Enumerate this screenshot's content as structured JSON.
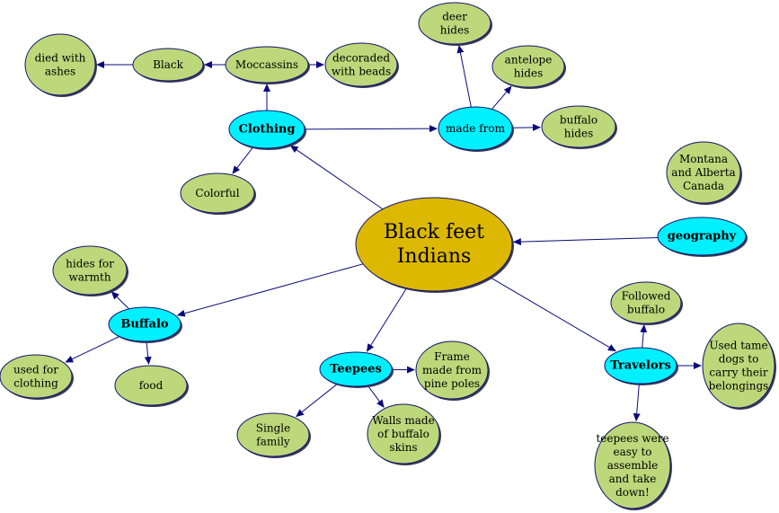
{
  "colors": {
    "background": "#ffffff",
    "leaf_fill": "#bcd87a",
    "hub_fill": "#00f0ff",
    "center_fill": "#dcb800",
    "edge": "#0a0a7a",
    "outline": "#14146e"
  },
  "nodes": [
    {
      "id": "center",
      "kind": "center",
      "lines": [
        "Black feet",
        "Indians"
      ]
    },
    {
      "id": "clothing",
      "kind": "hub",
      "lines": [
        "Clothing"
      ]
    },
    {
      "id": "made_from",
      "kind": "hub2",
      "lines": [
        "made from"
      ]
    },
    {
      "id": "geography",
      "kind": "hub",
      "lines": [
        "geography"
      ]
    },
    {
      "id": "buffalo",
      "kind": "hub",
      "lines": [
        "Buffalo"
      ]
    },
    {
      "id": "teepees",
      "kind": "hub",
      "lines": [
        "Teepees"
      ]
    },
    {
      "id": "travelors",
      "kind": "hub",
      "lines": [
        "Travelors"
      ]
    },
    {
      "id": "died_with_ashes",
      "kind": "leaf",
      "lines": [
        "died with",
        "ashes"
      ]
    },
    {
      "id": "black",
      "kind": "leaf",
      "lines": [
        "Black"
      ]
    },
    {
      "id": "moccassins",
      "kind": "leaf",
      "lines": [
        "Moccassins"
      ]
    },
    {
      "id": "decorated_beads",
      "kind": "leaf",
      "lines": [
        "decoraded",
        "with beads"
      ]
    },
    {
      "id": "deer_hides",
      "kind": "leaf",
      "lines": [
        "deer",
        "hides"
      ]
    },
    {
      "id": "antelope_hides",
      "kind": "leaf",
      "lines": [
        "antelope",
        "hides"
      ]
    },
    {
      "id": "buffalo_hides",
      "kind": "leaf",
      "lines": [
        "buffalo",
        "hides"
      ]
    },
    {
      "id": "colorful",
      "kind": "leaf",
      "lines": [
        "Colorful"
      ]
    },
    {
      "id": "montana",
      "kind": "leaf",
      "lines": [
        "Montana",
        "and Alberta",
        "Canada"
      ]
    },
    {
      "id": "hides_warmth",
      "kind": "leaf",
      "lines": [
        "hides for",
        "warmth"
      ]
    },
    {
      "id": "used_clothing",
      "kind": "leaf",
      "lines": [
        "used for",
        "clothing"
      ]
    },
    {
      "id": "food",
      "kind": "leaf",
      "lines": [
        "food"
      ]
    },
    {
      "id": "frame",
      "kind": "leaf",
      "lines": [
        "Frame",
        "made from",
        "pine poles"
      ]
    },
    {
      "id": "single_family",
      "kind": "leaf",
      "lines": [
        "Single",
        "family"
      ]
    },
    {
      "id": "walls",
      "kind": "leaf",
      "lines": [
        "Walls made",
        "of buffalo",
        "skins"
      ]
    },
    {
      "id": "followed_buffalo",
      "kind": "leaf",
      "lines": [
        "Followed",
        "buffalo"
      ]
    },
    {
      "id": "tame_dogs",
      "kind": "leaf",
      "lines": [
        "Used tame",
        "dogs to",
        "carry their",
        "belongings"
      ]
    },
    {
      "id": "teepees_easy",
      "kind": "leaf",
      "lines": [
        "teepees were",
        "easy to",
        "assemble",
        "and take",
        "down!"
      ]
    }
  ],
  "edges": [
    {
      "from": "center",
      "to": "clothing"
    },
    {
      "from": "clothing",
      "to": "moccassins"
    },
    {
      "from": "moccassins",
      "to": "black"
    },
    {
      "from": "black",
      "to": "died_with_ashes"
    },
    {
      "from": "moccassins",
      "to": "decorated_beads"
    },
    {
      "from": "clothing",
      "to": "made_from"
    },
    {
      "from": "made_from",
      "to": "deer_hides"
    },
    {
      "from": "made_from",
      "to": "antelope_hides"
    },
    {
      "from": "made_from",
      "to": "buffalo_hides"
    },
    {
      "from": "clothing",
      "to": "colorful"
    },
    {
      "from": "geography",
      "to": "center"
    },
    {
      "from": "center",
      "to": "buffalo"
    },
    {
      "from": "buffalo",
      "to": "hides_warmth"
    },
    {
      "from": "buffalo",
      "to": "used_clothing"
    },
    {
      "from": "buffalo",
      "to": "food"
    },
    {
      "from": "center",
      "to": "teepees"
    },
    {
      "from": "teepees",
      "to": "frame"
    },
    {
      "from": "teepees",
      "to": "single_family"
    },
    {
      "from": "teepees",
      "to": "walls"
    },
    {
      "from": "center",
      "to": "travelors"
    },
    {
      "from": "travelors",
      "to": "followed_buffalo"
    },
    {
      "from": "travelors",
      "to": "tame_dogs"
    },
    {
      "from": "travelors",
      "to": "teepees_easy"
    }
  ]
}
